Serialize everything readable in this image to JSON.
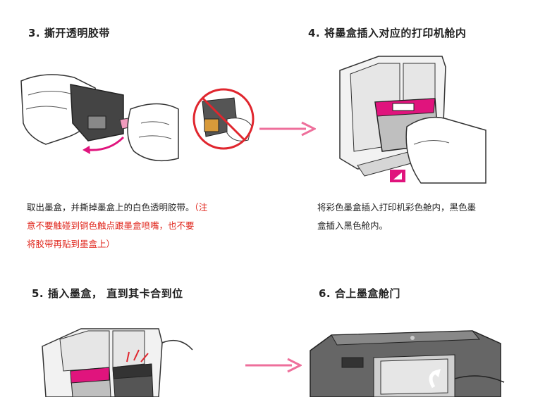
{
  "steps": {
    "s3": {
      "title": "3. 撕开透明胶带",
      "desc_normal": "取出墨盒，并撕掉墨盒上的白色透明胶带。",
      "desc_warn_a": "（注",
      "desc_warn_b": "意不要触碰到铜色触点跟墨盒喷嘴，也不要",
      "desc_warn_c": "将胶带再贴到墨盒上）"
    },
    "s4": {
      "title": "4. 将墨盒插入对应的打印机舱内",
      "desc_line1": "将彩色墨盒插入打印机彩色舱内，黑色墨",
      "desc_line2": "盒插入黑色舱内。"
    },
    "s5": {
      "title": "5. 插入墨盒，  直到其卡合到位"
    },
    "s6": {
      "title": "6. 合上墨盒舱门"
    }
  },
  "colors": {
    "arrow": "#ee6f9b",
    "magenta": "#e0147d",
    "warning": "#e0261c",
    "no_sign": "#e0262e"
  },
  "icons": [
    "hand-peeling-tape",
    "no-touch-sign",
    "cartridge-insert",
    "cartridges-seated",
    "printer-door"
  ]
}
